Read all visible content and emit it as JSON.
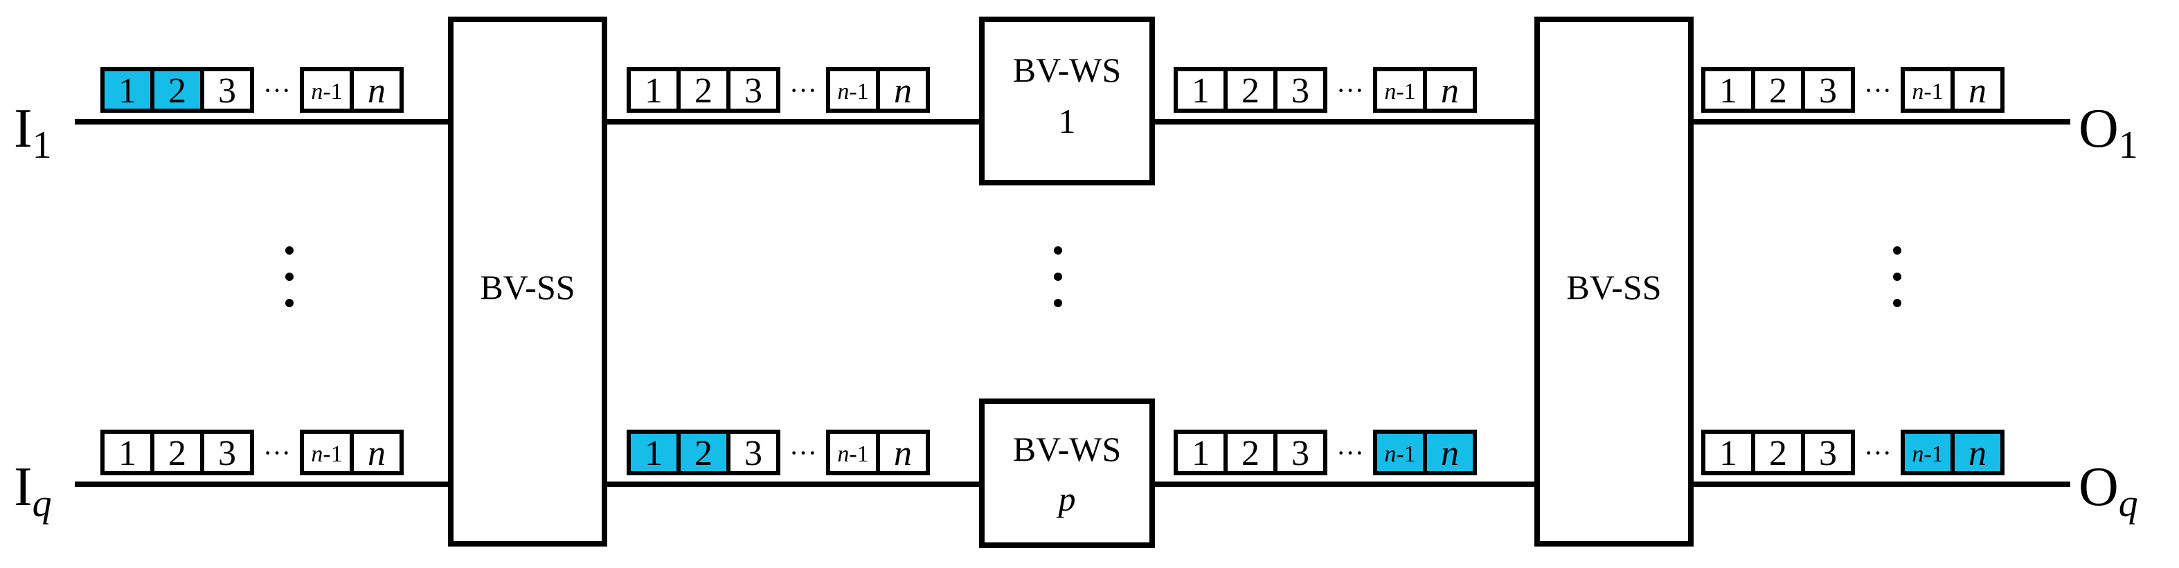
{
  "inputs": [
    {
      "main": "I",
      "sub": "1"
    },
    {
      "main": "I",
      "sub": "q"
    }
  ],
  "outputs": [
    {
      "main": "O",
      "sub": "1"
    },
    {
      "main": "O",
      "sub": "q"
    }
  ],
  "spatial_switches": [
    {
      "label": "BV-SS"
    },
    {
      "label": "BV-SS"
    }
  ],
  "wavelength_switches": [
    {
      "line1": "BV-WS",
      "line2": "1"
    },
    {
      "line1": "BV-WS",
      "line2": "p"
    }
  ],
  "slot_labels": [
    "1",
    "2",
    "3",
    "n-1",
    "n"
  ],
  "ellipsis": "···",
  "highlight_color": "#16bde9",
  "frames": [
    {
      "stage": 1,
      "lane": 1,
      "highlight": [
        1,
        2
      ]
    },
    {
      "stage": 1,
      "lane": "q",
      "highlight": []
    },
    {
      "stage": 2,
      "lane": 1,
      "highlight": []
    },
    {
      "stage": 2,
      "lane": "q",
      "highlight": [
        1,
        2
      ]
    },
    {
      "stage": 3,
      "lane": 1,
      "highlight": []
    },
    {
      "stage": 3,
      "lane": "q",
      "highlight": [
        "n-1",
        "n"
      ]
    },
    {
      "stage": 4,
      "lane": 1,
      "highlight": []
    },
    {
      "stage": 4,
      "lane": "q",
      "highlight": [
        "n-1",
        "n"
      ]
    }
  ]
}
